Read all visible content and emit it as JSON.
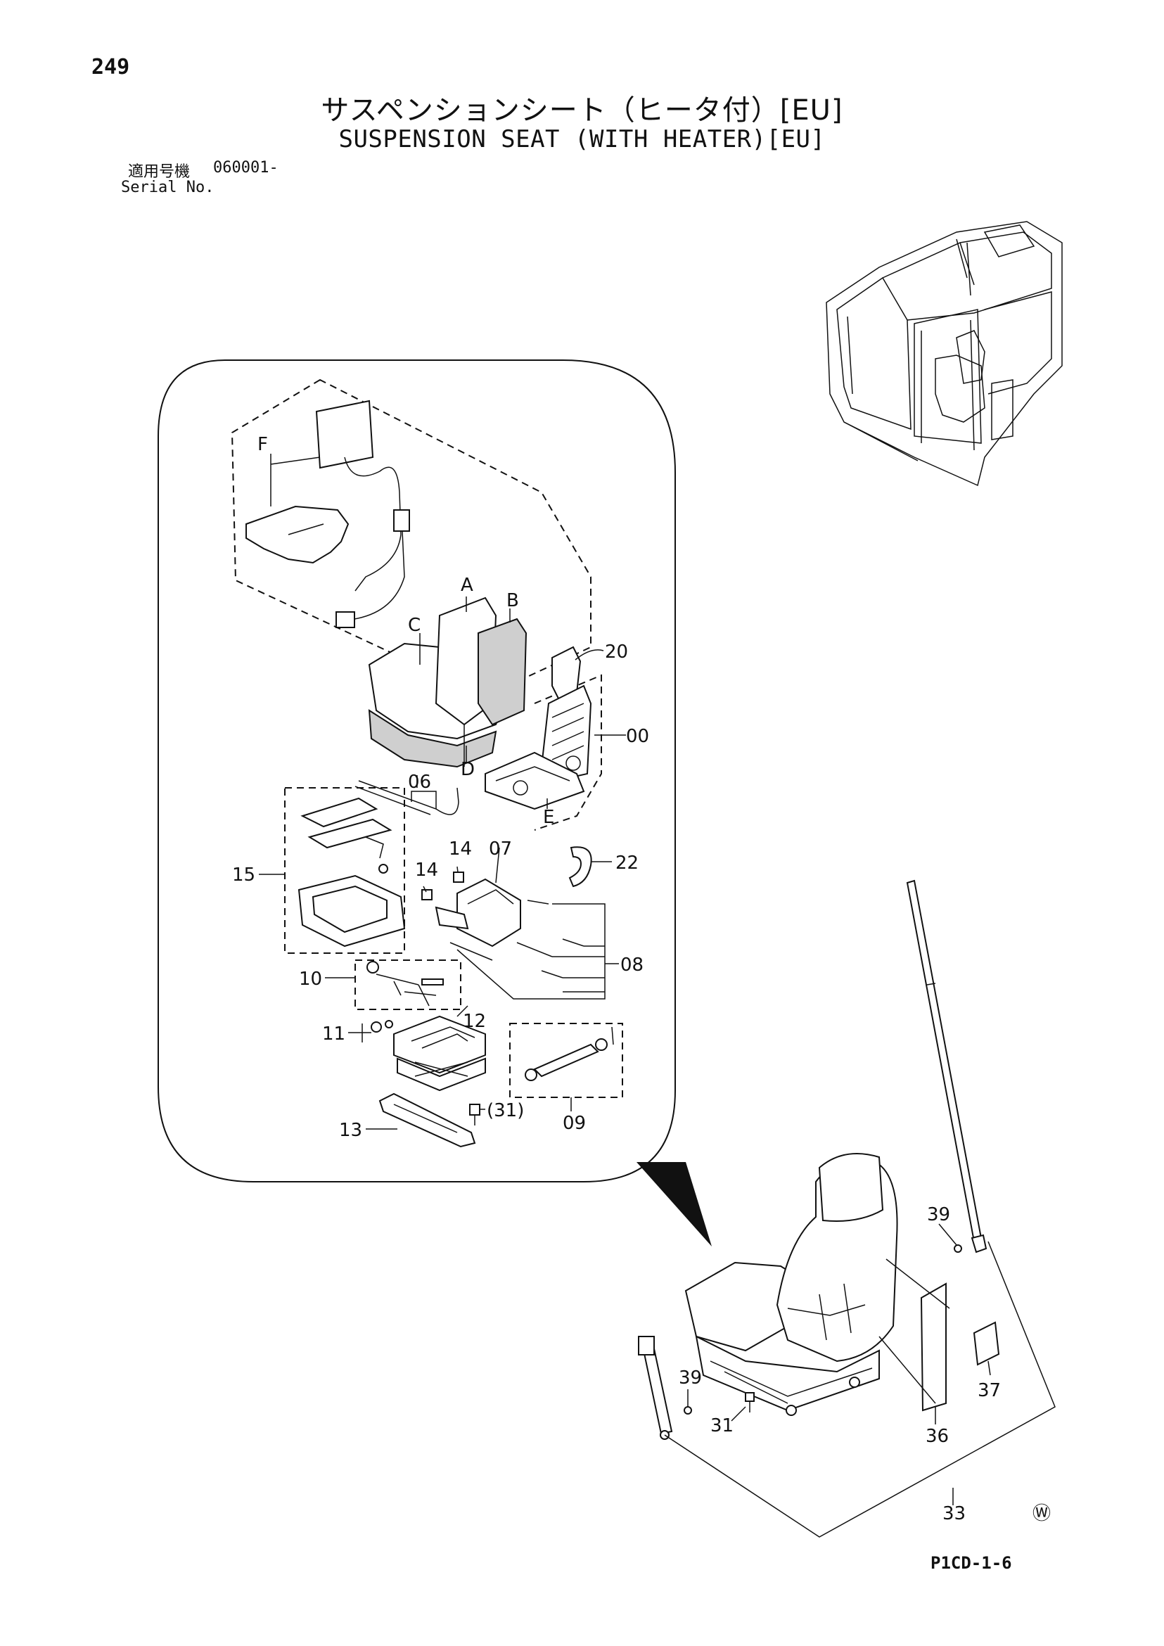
{
  "page": {
    "number": "249",
    "title_jp": "サスペンションシート（ヒータ付）[EU]",
    "title_en": "SUSPENSION SEAT (WITH HEATER)[EU]",
    "serial_label_jp": "適用号機",
    "serial_value": "060001-",
    "serial_label_en": "Serial No.",
    "figure_code": "P1CD-1-6",
    "mark": "Ⓦ"
  },
  "callouts": {
    "F": "F",
    "A": "A",
    "B": "B",
    "C": "C",
    "D": "D",
    "E": "E",
    "p20": "20",
    "p00": "00",
    "p06": "06",
    "p07": "07",
    "p14a": "14",
    "p14b": "14",
    "p15": "15",
    "p22": "22",
    "p08": "08",
    "p10": "10",
    "p11": "11",
    "p12": "12",
    "p09": "09",
    "p31a": "(31)",
    "p13": "13",
    "p39a": "39",
    "p39b": "39",
    "p31b": "31",
    "p36": "36",
    "p37": "37",
    "p33": "33"
  }
}
